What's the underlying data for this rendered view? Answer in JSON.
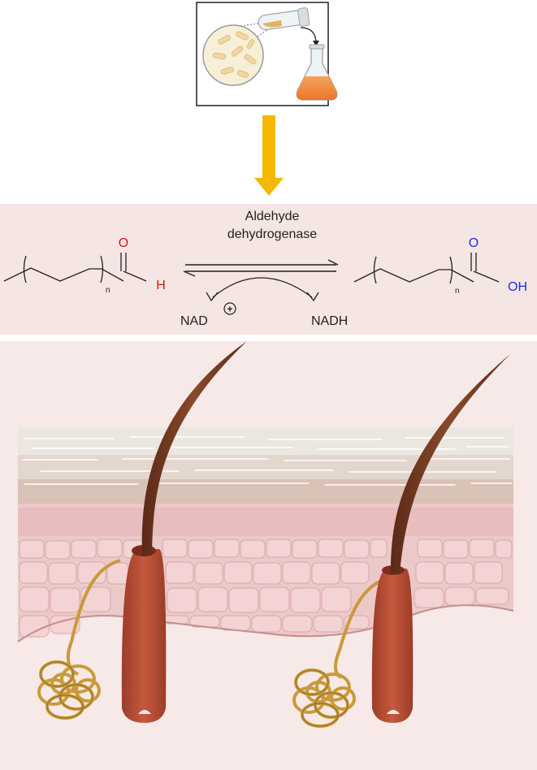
{
  "reaction": {
    "enzyme_line1": "Aldehyde",
    "enzyme_line2": "dehydrogenase",
    "cofactor_left": "NAD",
    "cofactor_left_charge": "+",
    "cofactor_right": "NADH",
    "left_repeat": "n",
    "right_repeat": "n",
    "aldehyde_oxygen": "O",
    "aldehyde_hydrogen": "H",
    "acid_oxygen": "O",
    "acid_hydroxyl": "OH"
  },
  "colors": {
    "arrow": "#f5b800",
    "reaction_band": "#f5e6e3",
    "oxygen_red": "#e01010",
    "oxygen_blue": "#1c2fd8",
    "skin_band": "#f6e9e7",
    "hair": "#7a3a22",
    "follicle": "#b14a32",
    "gland": "#c99a3a"
  },
  "icons": {
    "culture": "bacteria-culture-icon",
    "flask": "erlenmeyer-flask-icon",
    "tube": "culture-tube-icon"
  }
}
